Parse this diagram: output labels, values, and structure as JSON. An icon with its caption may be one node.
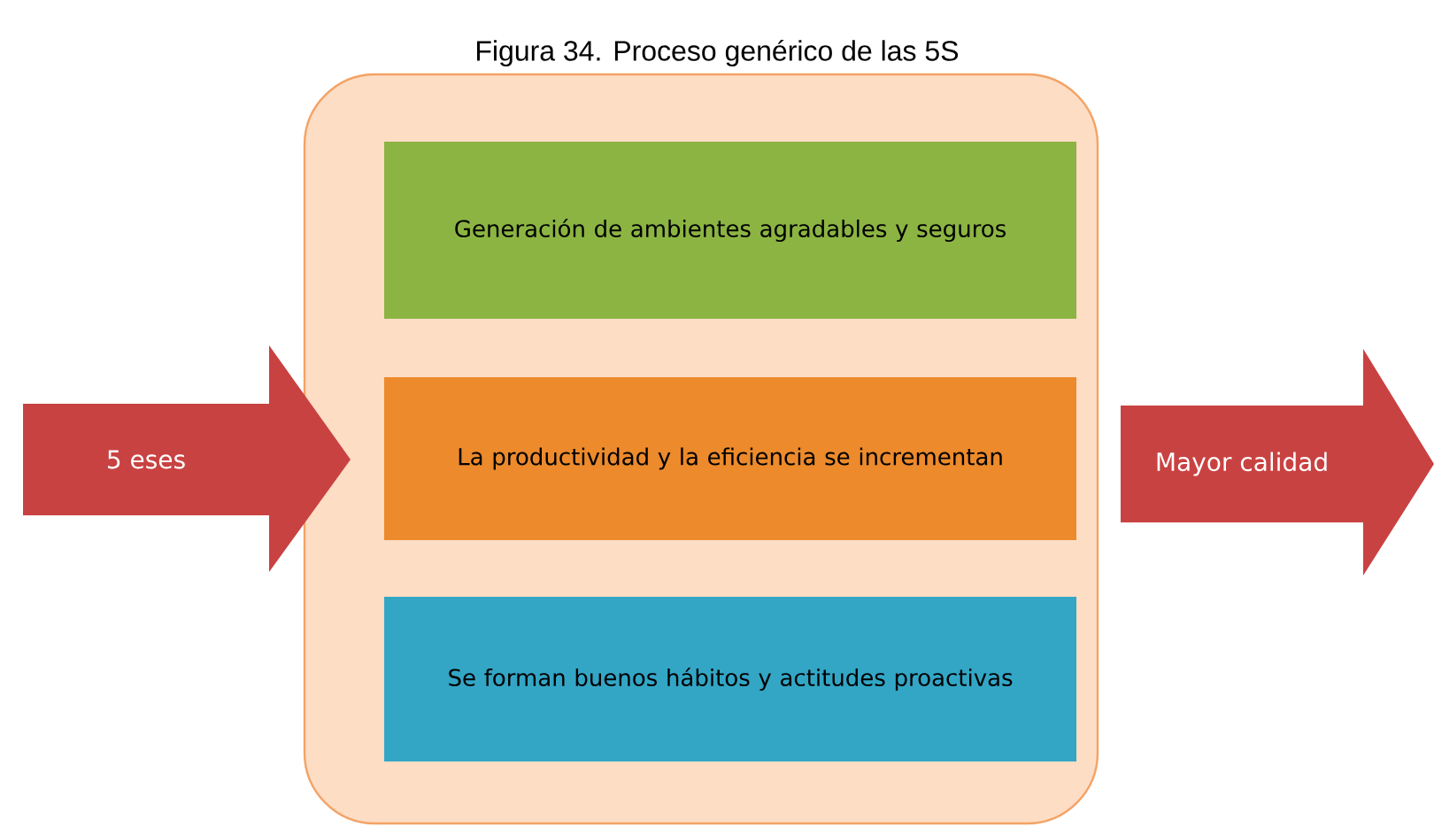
{
  "diagram": {
    "title": "Figura 34. Proceso genérico de las 5S",
    "nodes": [
      {
        "text": [],
        "shape": "box"
      },
      {
        "text": [
          "Generación de ambientes agradables y seguros"
        ],
        "in": 0
      },
      {
        "text": [
          "La productividad y la eficiencia se incrementan"
        ],
        "in": 0
      },
      {
        "text": [
          "Se forman buenos hábitos y actitudes proactivas"
        ],
        "in": 0
      },
      {
        "text": [
          "5 eses"
        ]
      },
      {
        "text": [
          "Mayor calidad"
        ]
      }
    ]
  }
}
